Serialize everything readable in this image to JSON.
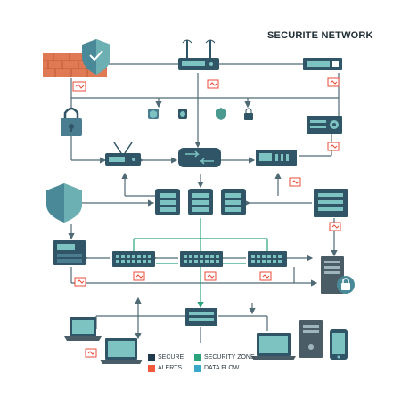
{
  "title": "SECURITE NETWORK",
  "legend": [
    {
      "label": "SECURE",
      "color": "#1f3a4a"
    },
    {
      "label": "SECURITY ZONE",
      "color": "#2aa37d"
    },
    {
      "label": "ALERTS",
      "color": "#f05a3a"
    },
    {
      "label": "DATA FLOW",
      "color": "#39a9c9"
    }
  ],
  "colors": {
    "device_dark": "#2f5566",
    "device_mid": "#4a7d8f",
    "accent_teal": "#7cc3c1",
    "alert_red": "#e84b3a",
    "line": "#4f6a75",
    "brick": "#e07a55",
    "zone_green": "#2aa37d"
  }
}
